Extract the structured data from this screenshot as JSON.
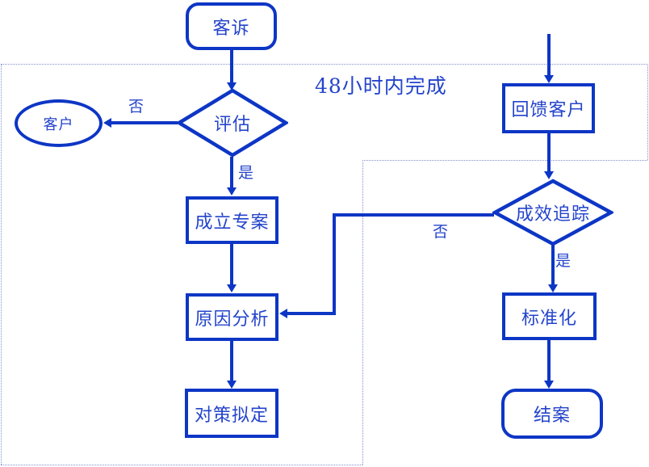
{
  "diagram": {
    "title": "customer-complaint-handling-flowchart",
    "region_label": "48小时内完成",
    "nodes": {
      "complaint": {
        "label": "客诉",
        "shape": "terminator"
      },
      "evaluate": {
        "label": "评估",
        "shape": "decision"
      },
      "customer": {
        "label": "客户",
        "shape": "ellipse"
      },
      "project": {
        "label": "成立专案",
        "shape": "process"
      },
      "analysis": {
        "label": "原因分析",
        "shape": "process"
      },
      "countermeasure": {
        "label": "对策拟定",
        "shape": "process"
      },
      "feedback": {
        "label": "回馈客户",
        "shape": "process"
      },
      "tracking": {
        "label": "成效追踪",
        "shape": "decision"
      },
      "standardize": {
        "label": "标准化",
        "shape": "process"
      },
      "close": {
        "label": "结案",
        "shape": "terminator"
      }
    },
    "edge_labels": {
      "evaluate_no": "否",
      "evaluate_yes": "是",
      "tracking_no": "否",
      "tracking_yes": "是"
    },
    "edges": [
      {
        "from": "complaint",
        "to": "evaluate",
        "label": ""
      },
      {
        "from": "evaluate",
        "to": "customer",
        "label": "否"
      },
      {
        "from": "evaluate",
        "to": "project",
        "label": "是"
      },
      {
        "from": "project",
        "to": "analysis",
        "label": ""
      },
      {
        "from": "analysis",
        "to": "countermeasure",
        "label": ""
      },
      {
        "from": "offpage-top",
        "to": "feedback",
        "label": ""
      },
      {
        "from": "feedback",
        "to": "tracking",
        "label": ""
      },
      {
        "from": "tracking",
        "to": "standardize",
        "label": "是"
      },
      {
        "from": "tracking",
        "to": "analysis",
        "label": "否"
      },
      {
        "from": "standardize",
        "to": "close",
        "label": ""
      }
    ],
    "colors": {
      "stroke": "#0d36c5",
      "text": "#2444cb",
      "dotted_border": "#8290cc",
      "background": "#ffffff"
    }
  }
}
